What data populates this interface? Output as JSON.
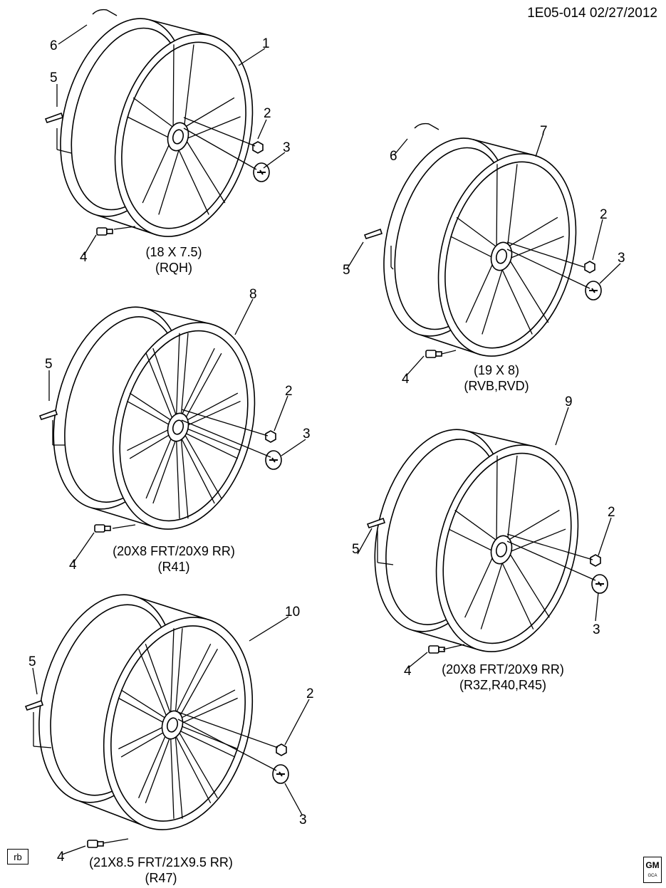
{
  "doc_ref": "1E05-014  02/27/2012",
  "badge": "rb",
  "gm_logo": {
    "mark": "GM",
    "sub": "GCA"
  },
  "icons": [
    "wheel-rim",
    "lug-nut",
    "center-cap",
    "tpms-sensor",
    "balance-weight",
    "valve-stem"
  ],
  "wheels": [
    {
      "name": "wheel-1",
      "number": "1",
      "caption_line1": "(18 X 7.5)",
      "caption_line2": "(RQH)",
      "callouts": [
        "6",
        "5",
        "2",
        "3",
        "4"
      ]
    },
    {
      "name": "wheel-7",
      "number": "7",
      "caption_line1": "(19 X 8)",
      "caption_line2": "(RVB,RVD)",
      "callouts": [
        "6",
        "5",
        "2",
        "3",
        "4"
      ]
    },
    {
      "name": "wheel-8",
      "number": "8",
      "caption_line1": "(20X8 FRT/20X9 RR)",
      "caption_line2": "(R41)",
      "callouts": [
        "5",
        "2",
        "3",
        "4"
      ]
    },
    {
      "name": "wheel-9",
      "number": "9",
      "caption_line1": "(20X8 FRT/20X9 RR)",
      "caption_line2": "(R3Z,R40,R45)",
      "callouts": [
        "5",
        "2",
        "3",
        "4"
      ]
    },
    {
      "name": "wheel-10",
      "number": "10",
      "caption_line1": "(21X8.5 FRT/21X9.5 RR)",
      "caption_line2": "(R47)",
      "callouts": [
        "5",
        "2",
        "3",
        "4"
      ]
    }
  ]
}
